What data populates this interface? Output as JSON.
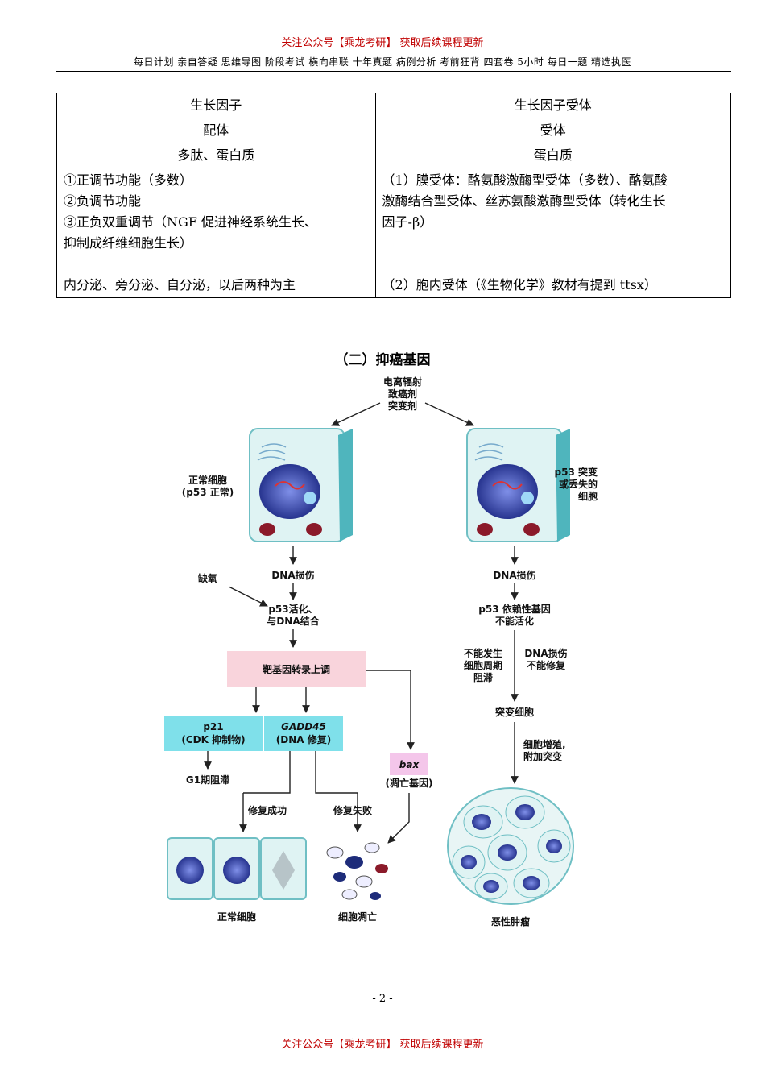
{
  "header": {
    "promo": "关注公众号【乘龙考研】 获取后续课程更新",
    "nav": "每日计划 亲自答疑 思维导图 阶段考试 横向串联 十年真题 病例分析 考前狂背 四套卷 5小时 每日一题 精选执医"
  },
  "table": {
    "rows": [
      {
        "left": "生长因子",
        "right": "生长因子受体"
      },
      {
        "left": "配体",
        "right": "受体"
      },
      {
        "left": "多肽、蛋白质",
        "right": "蛋白质"
      }
    ],
    "detail": {
      "left_lines": [
        "①正调节功能（多数）",
        "②负调节功能",
        "③正负双重调节（NGF 促进神经系统生长、",
        "抑制成纤维细胞生长）",
        "",
        "内分泌、旁分泌、自分泌，以后两种为主"
      ],
      "right_lines": [
        "（1）膜受体：酪氨酸激酶型受体（多数）、酪氨酸",
        "激酶结合型受体、丝苏氨酸激酶型受体（转化生长",
        "因子-β）",
        "",
        "",
        "（2）胞内受体（《生物化学》教材有提到 ttsx）"
      ]
    }
  },
  "section_title": "（二）抑癌基因",
  "diagram": {
    "source": [
      "电离辐射",
      "致癌剂",
      "突变剂"
    ],
    "normal_cell": [
      "正常细胞",
      "(p53 正常)"
    ],
    "mutant_cell": [
      "p53 突变",
      "或丢失的",
      "细胞"
    ],
    "dna_damage_left": "DNA损伤",
    "hypoxia": "缺氧",
    "p53_activation": [
      "p53活化、",
      "与DNA结合"
    ],
    "target_gene": "靶基因转录上调",
    "p21": [
      "p21",
      "(CDK 抑制物)"
    ],
    "gadd45": [
      "GADD45",
      "(DNA 修复)"
    ],
    "bax": "bax",
    "bax_label": "(凋亡基因)",
    "g1_arrest": "G1期阻滞",
    "repair_success": "修复成功",
    "repair_fail": "修复失败",
    "normal_cells_label": "正常细胞",
    "apoptosis_label": "细胞凋亡",
    "dna_damage_right": "DNA损伤",
    "p53_dependent": [
      "p53 依赖性基因",
      "不能活化"
    ],
    "no_arrest": [
      "不能发生",
      "细胞周期",
      "阻滞"
    ],
    "no_repair": [
      "DNA损伤",
      "不能修复"
    ],
    "mutant_cell_label": "突变细胞",
    "proliferation": [
      "细胞增殖,",
      "附加突变"
    ],
    "tumor_label": "恶性肿瘤",
    "colors": {
      "target_box": "#f9d4dc",
      "p21_box": "#7fe0ea",
      "bax_box": "#f4c6ea",
      "nucleus": "#2c3c9e",
      "mito": "#8b1a2a"
    }
  },
  "page_number": "- 2 -",
  "footer": {
    "promo": "关注公众号【乘龙考研】 获取后续课程更新"
  }
}
